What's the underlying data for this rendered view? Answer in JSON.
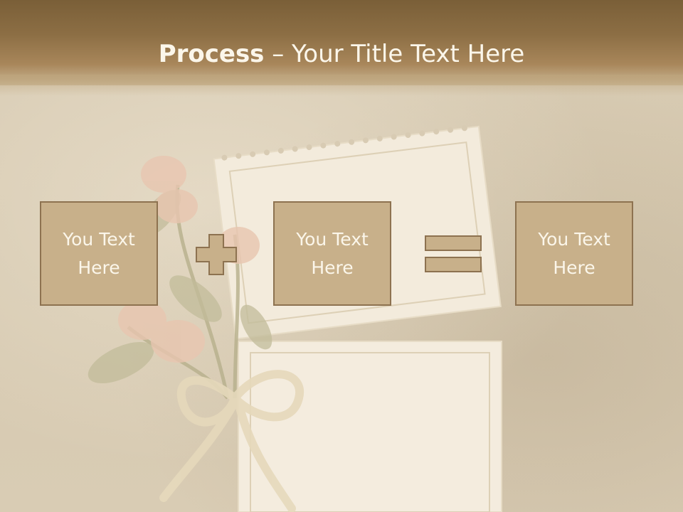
{
  "slide": {
    "title_strong": "Process",
    "title_rest": " – Your Title Text Here"
  },
  "boxes": [
    {
      "text": "You Text Here"
    },
    {
      "text": "You Text Here"
    },
    {
      "text": "You Text Here"
    }
  ],
  "colors": {
    "header": "#8c6e44",
    "box_fill": "#c8b08a",
    "box_border": "#8d7250",
    "text_light": "#fbf6ea",
    "background": "#d8cbb3"
  },
  "icons": [
    "plus-sign-icon",
    "equals-sign-icon"
  ]
}
